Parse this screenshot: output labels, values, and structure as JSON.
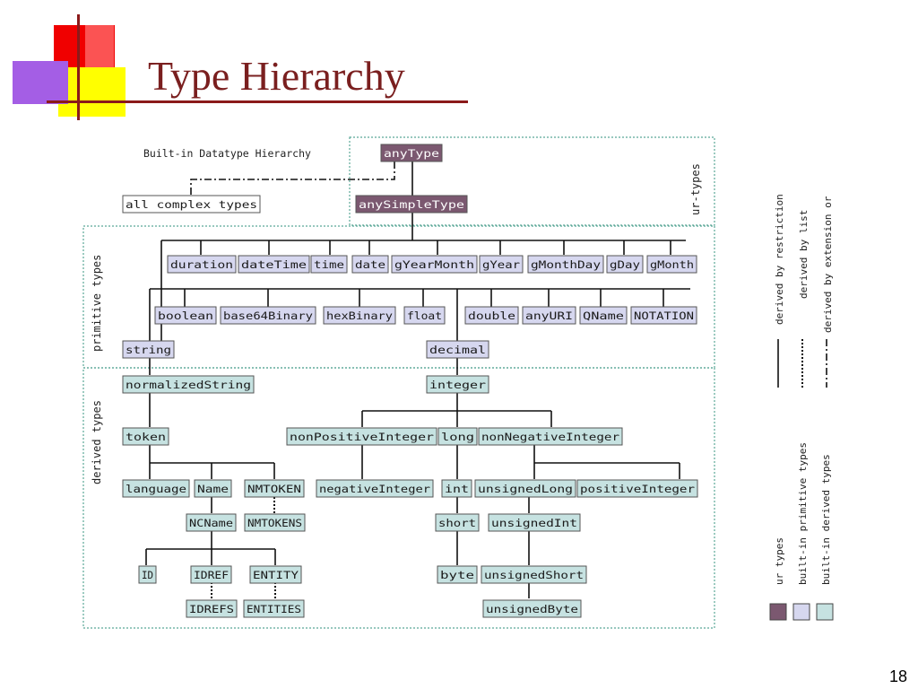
{
  "slide": {
    "title": "Type Hierarchy",
    "number": "18"
  },
  "diagram": {
    "heading": "Built-in Datatype Hierarchy",
    "regions": {
      "ur": "ur-types",
      "primitive": "primitive types",
      "derived": "derived types"
    },
    "nodes": {
      "anyType": "anyType",
      "complex": "all complex types",
      "anySimpleType": "anySimpleType",
      "duration": "duration",
      "dateTime": "dateTime",
      "time": "time",
      "date": "date",
      "gYearMonth": "gYearMonth",
      "gYear": "gYear",
      "gMonthDay": "gMonthDay",
      "gDay": "gDay",
      "gMonth": "gMonth",
      "boolean": "boolean",
      "base64Binary": "base64Binary",
      "hexBinary": "hexBinary",
      "float": "float",
      "double": "double",
      "anyURI": "anyURI",
      "QName": "QName",
      "NOTATION": "NOTATION",
      "string": "string",
      "decimal": "decimal",
      "normalizedString": "normalizedString",
      "integer": "integer",
      "token": "token",
      "nonPositiveInteger": "nonPositiveInteger",
      "long": "long",
      "nonNegativeInteger": "nonNegativeInteger",
      "language": "language",
      "Name": "Name",
      "NMTOKEN": "NMTOKEN",
      "negativeInteger": "negativeInteger",
      "int": "int",
      "unsignedLong": "unsignedLong",
      "positiveInteger": "positiveInteger",
      "NCName": "NCName",
      "NMTOKENS": "NMTOKENS",
      "short": "short",
      "unsignedInt": "unsignedInt",
      "ID": "ID",
      "IDREF": "IDREF",
      "ENTITY": "ENTITY",
      "byte": "byte",
      "unsignedShort": "unsignedShort",
      "IDREFS": "IDREFS",
      "ENTITIES": "ENTITIES",
      "unsignedByte": "unsignedByte"
    },
    "legend": {
      "restriction": "derived by restriction",
      "list": "derived by list",
      "extension": "derived by extension or",
      "ur": "ur types",
      "builtin_primitive": "built-in primitive types",
      "builtin_derived": "built-in derived types"
    },
    "colors": {
      "ur": "#7b5870",
      "primitive": "#d6d7ef",
      "derived": "#c6e2e1",
      "region_border": "#5aa896",
      "title": "#7a1f1f"
    }
  }
}
